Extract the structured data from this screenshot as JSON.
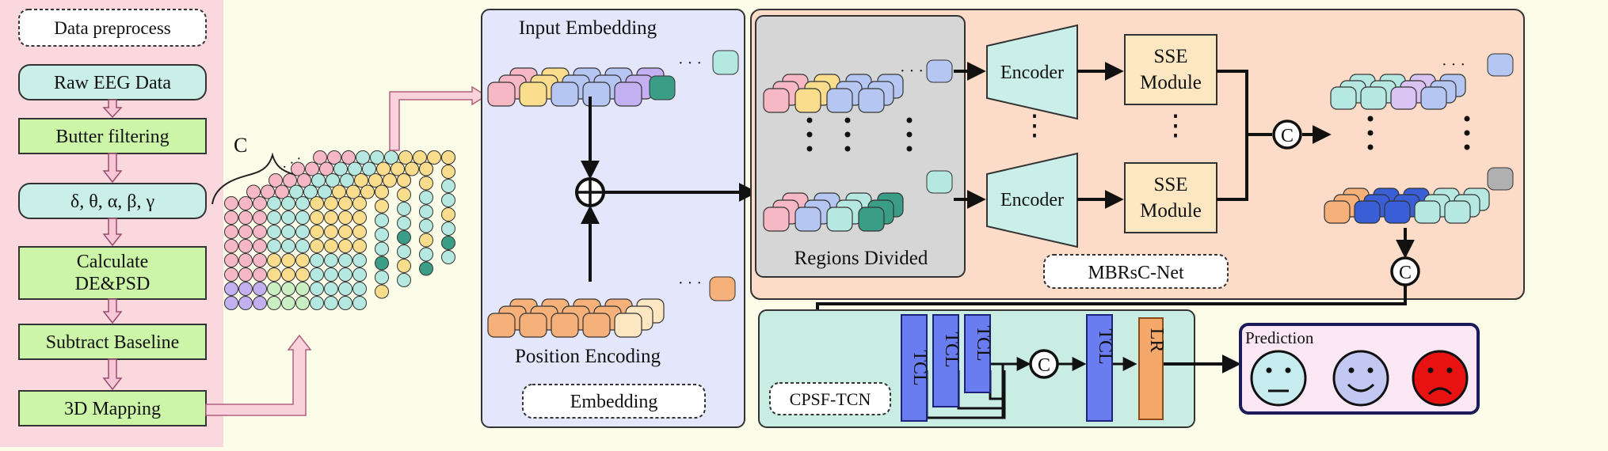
{
  "preprocess": {
    "title": "Data preprocess",
    "steps": [
      {
        "lines": [
          "Raw EEG Data"
        ]
      },
      {
        "lines": [
          "Butter filtering"
        ]
      },
      {
        "lines": [
          "δ, θ, α, β, γ"
        ]
      },
      {
        "lines": [
          "Calculate",
          "DE&PSD"
        ]
      },
      {
        "lines": [
          "Subtract Baseline"
        ]
      },
      {
        "lines": [
          "3D Mapping"
        ]
      }
    ]
  },
  "cube": {
    "channel_label": "C",
    "dots": "· · ·"
  },
  "embedding": {
    "title": "Embedding",
    "input_label": "Input Embedding",
    "position_label": "Position Encoding",
    "ellipsis": "· · ·"
  },
  "mbrsc": {
    "title": "MBRsC-Net",
    "regions_label": "Regions Divided",
    "encoder_label": "Encoder",
    "sse_line1": "SSE",
    "sse_line2": "Module",
    "vdots": "⋮",
    "concat": "C",
    "ellipsis": "· · ·"
  },
  "cpsf": {
    "title": "CPSF-TCN",
    "tcl_label": "TCL",
    "lr_label": "LR",
    "concat": "C"
  },
  "prediction": {
    "title": "Prediction",
    "faces": [
      {
        "name": "neutral",
        "color": "#c6ecf0"
      },
      {
        "name": "happy",
        "color": "#c2c8f2"
      },
      {
        "name": "sad",
        "color": "#e81212"
      }
    ]
  },
  "colors": {
    "pink": "#f7b8c6",
    "yellow": "#f9dc8c",
    "blue": "#b5c6f2",
    "purple": "#c3b0f0",
    "teal": "#b5e8e0",
    "dark_teal": "#3a9e86",
    "orange": "#f6b07a",
    "tcl": "#6a7df0",
    "lr": "#f6a86a",
    "sse": "#fde7c3",
    "encoder": "#c9efe8"
  }
}
